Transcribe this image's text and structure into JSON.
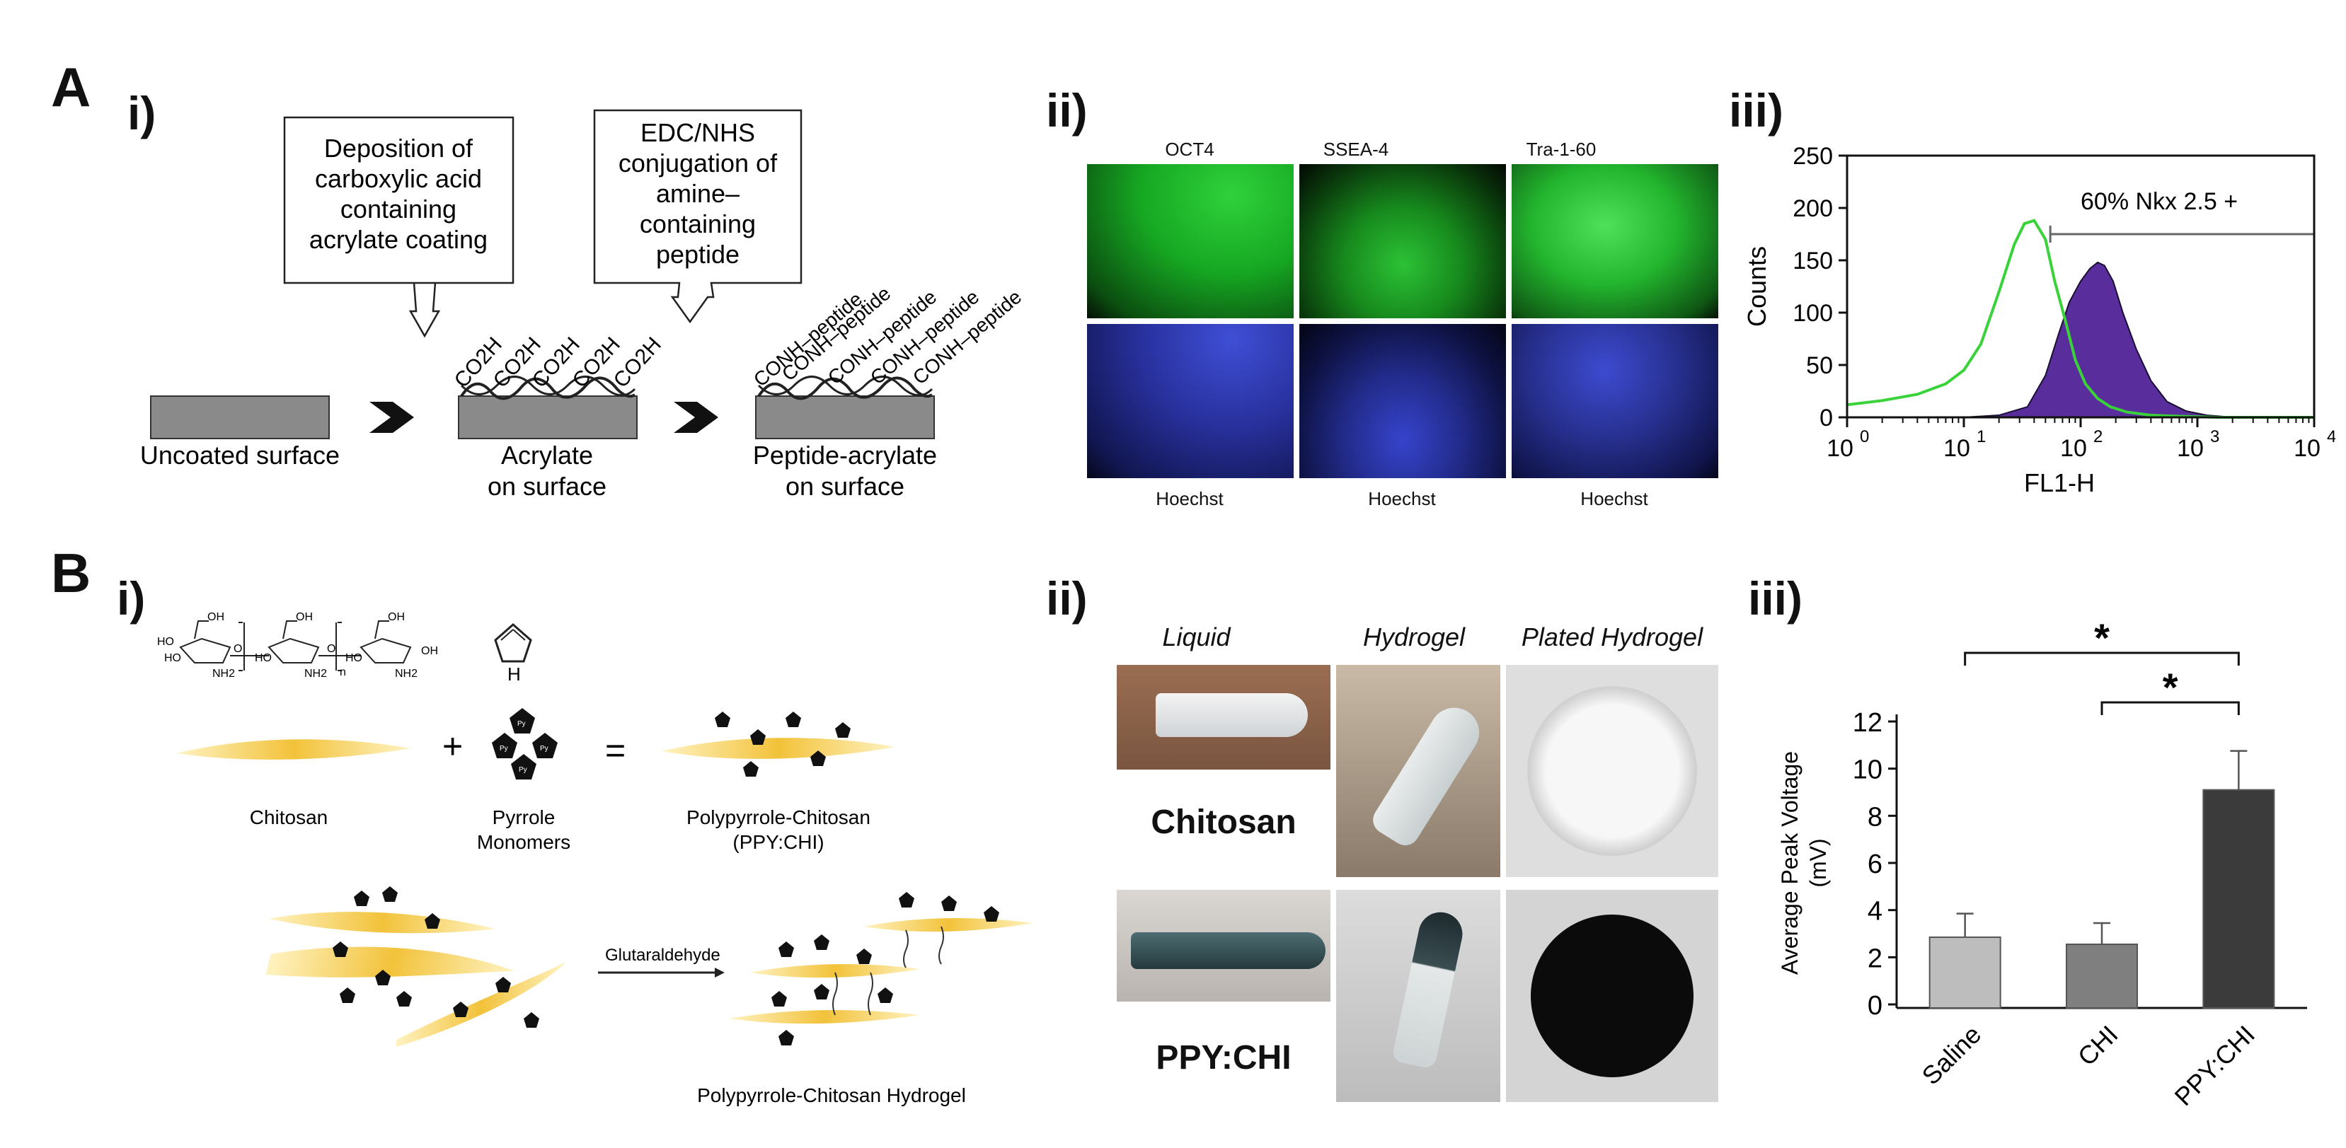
{
  "panel_a": {
    "letter": "A",
    "i": {
      "label": "i)",
      "callout_1": [
        "Deposition of",
        "carboxylic acid",
        "containing",
        "acrylate coating"
      ],
      "callout_2": [
        "EDC/NHS",
        "conjugation of",
        "amine–",
        "containing",
        "peptide"
      ],
      "stage_1": "Uncoated surface",
      "stage_2": [
        "Acrylate",
        "on surface"
      ],
      "stage_3": [
        "Peptide-acrylate",
        "on surface"
      ],
      "acid_group": "CO2H",
      "peptide_group": "CONH–peptide"
    },
    "ii": {
      "label": "ii)",
      "top_labels": [
        "OCT4",
        "SSEA-4",
        "Tra-1-60"
      ],
      "bottom_labels": [
        "Hoechst",
        "Hoechst",
        "Hoechst"
      ],
      "colors": {
        "green": "#1fbf2a",
        "blue": "#2a35c8"
      }
    },
    "iii": {
      "label": "iii)",
      "annotation": "60% Nkx 2.5 +",
      "colors": {
        "control": "#39d339",
        "stained": "#5a2d9c",
        "gate": "#666666"
      }
    }
  },
  "panel_b": {
    "letter": "B",
    "i": {
      "label": "i)",
      "chitosan_label": "Chitosan",
      "pyrrole_label": [
        "Pyrrole",
        "Monomers"
      ],
      "ppy_chi_label": [
        "Polypyrrole-Chitosan",
        "(PPY:CHI)"
      ],
      "plus": "+",
      "equals": "=",
      "reagent": "Glutaraldehyde",
      "hydrogel_label": "Polypyrrole-Chitosan Hydrogel",
      "py": "Py",
      "pyrrole_nh": "H",
      "chem": {
        "oh": "OH",
        "ho": "HO",
        "nh2": "NH2",
        "o": "O",
        "n": "n"
      }
    },
    "ii": {
      "label": "ii)",
      "col_headers": [
        "Liquid",
        "Hydrogel",
        "Plated Hydrogel"
      ],
      "row_labels": [
        "Chitosan",
        "PPY:CHI"
      ]
    },
    "iii": {
      "label": "iii)",
      "sig_1": "*",
      "sig_2": "*"
    }
  },
  "chart_data": [
    {
      "type": "area",
      "title": "",
      "xlabel": "FL1-H",
      "ylabel": "Counts",
      "xscale": "log",
      "xlim": [
        1,
        10000
      ],
      "ylim": [
        0,
        250
      ],
      "yticks": [
        "0",
        "50",
        "100",
        "150",
        "200",
        "250"
      ],
      "xtick_labels": [
        "10",
        "10",
        "10",
        "10",
        "10"
      ],
      "xtick_exponents": [
        "0",
        "1",
        "2",
        "3",
        "4"
      ],
      "series": [
        {
          "fill": false,
          "x": [
            1,
            2,
            4,
            7,
            10,
            14,
            20,
            27,
            33,
            40,
            50,
            60,
            75,
            90,
            110,
            140,
            180,
            250,
            400,
            700,
            1500,
            10000
          ],
          "y": [
            12,
            16,
            22,
            32,
            45,
            70,
            120,
            165,
            185,
            188,
            170,
            130,
            90,
            55,
            32,
            18,
            10,
            5,
            2,
            1,
            0,
            0
          ]
        },
        {
          "fill": true,
          "x": [
            10,
            20,
            35,
            50,
            65,
            80,
            100,
            120,
            140,
            160,
            190,
            230,
            300,
            400,
            550,
            800,
            1200,
            2000,
            10000
          ],
          "y": [
            0,
            2,
            10,
            40,
            80,
            110,
            130,
            142,
            148,
            145,
            130,
            100,
            65,
            35,
            15,
            6,
            2,
            0,
            0
          ]
        }
      ],
      "gate": {
        "from": 55,
        "to": 10000,
        "level": 175
      }
    },
    {
      "type": "bar",
      "title": "",
      "xlabel": "",
      "ylabel": [
        "Average Peak Voltage",
        "(mV)"
      ],
      "categories": [
        "Saline",
        "CHI",
        "PPY:CHI"
      ],
      "values": [
        2.85,
        2.55,
        9.1
      ],
      "errors": [
        1.0,
        0.9,
        1.65
      ],
      "colors": [
        "#bdbdbd",
        "#7f7f7f",
        "#3b3b3b"
      ],
      "ylim": [
        0,
        12
      ],
      "yticks": [
        "0",
        "2",
        "4",
        "6",
        "8",
        "10",
        "12"
      ]
    }
  ]
}
